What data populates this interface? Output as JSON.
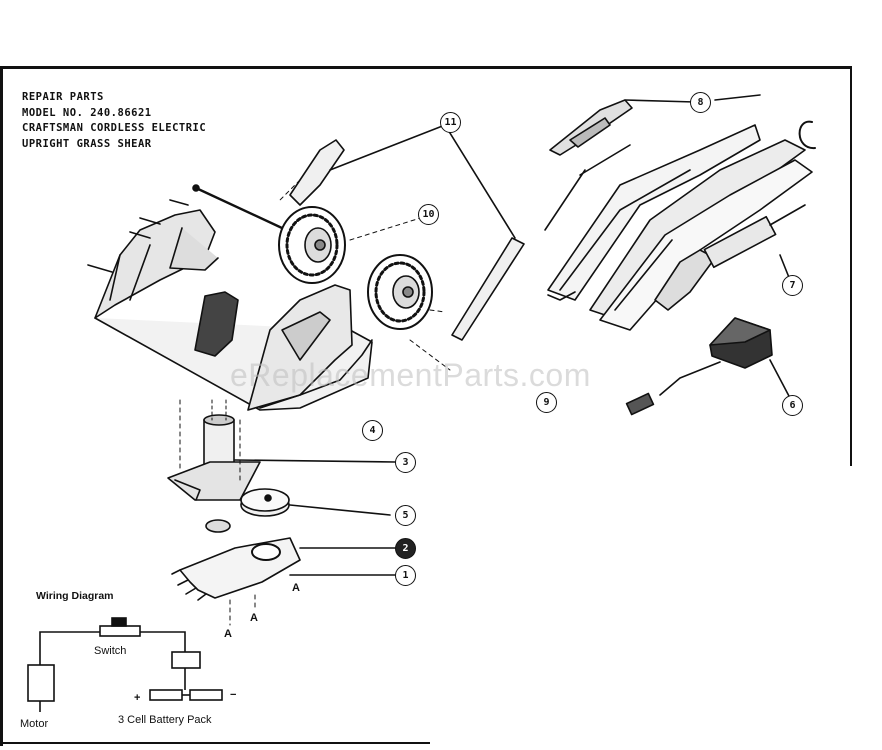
{
  "header": {
    "line1": "REPAIR PARTS",
    "line2": "MODEL NO. 240.86621",
    "line3": "CRAFTSMAN CORDLESS ELECTRIC",
    "line4": "UPRIGHT GRASS SHEAR"
  },
  "watermark": "eReplacementParts.com",
  "callouts": {
    "c1": "1",
    "c2": "2",
    "c3": "3",
    "c4": "4",
    "c5": "5",
    "c6": "6",
    "c7": "7",
    "c8": "8",
    "c9": "9",
    "c10": "10",
    "c11": "11"
  },
  "view_marks": {
    "a1": "A",
    "a2": "A",
    "a3": "A"
  },
  "wiring": {
    "title": "Wiring Diagram",
    "switch_label": "Switch",
    "motor_label": "Motor",
    "battery_label": "3 Cell Battery Pack",
    "plus": "+",
    "minus": "−"
  }
}
